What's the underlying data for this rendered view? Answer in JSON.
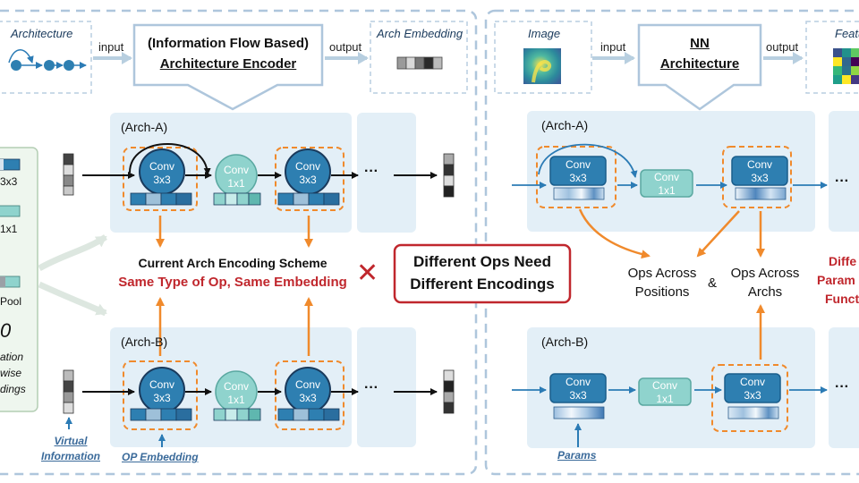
{
  "colors": {
    "frame": "#aec6dc",
    "panel": "#e3eff7",
    "conv": "#2e7fb1",
    "conv_light": "#8fd3cd",
    "highlight": "#f08a2c",
    "red": "#c0272d",
    "navy": "#1a3a5c",
    "link_text": "#3a6a9a"
  },
  "left": {
    "architecture_label": "Architecture",
    "input_label": "input",
    "encoder_line1": "(Information Flow Based)",
    "encoder_line2": "Architecture Encoder",
    "output_label": "output",
    "arch_embedding_label": "Arch Embedding",
    "side_labels": [
      "3x3",
      "1x1",
      "Pool",
      "0",
      "ation",
      "wise",
      "dings"
    ],
    "arch_a": {
      "title": "(Arch-A)",
      "ops": [
        {
          "name": "Conv",
          "kernel": "3x3"
        },
        {
          "name": "Conv",
          "kernel": "1x1"
        },
        {
          "name": "Conv",
          "kernel": "3x3"
        }
      ],
      "ellipsis": "···"
    },
    "arch_b": {
      "title": "(Arch-B)",
      "ops": [
        {
          "name": "Conv",
          "kernel": "3x3"
        },
        {
          "name": "Conv",
          "kernel": "1x1"
        },
        {
          "name": "Conv",
          "kernel": "3x3"
        }
      ],
      "ellipsis": "···"
    },
    "scheme_title": "Current Arch Encoding Scheme",
    "scheme_subtitle": "Same Type of Op, Same Embedding",
    "cross_mark": "✕",
    "virtual_line1": "Virtual",
    "virtual_line2": "Information",
    "op_embedding_label": "OP Embedding"
  },
  "middle": {
    "line1": "Different Ops Need",
    "line2": "Different Encodings"
  },
  "right": {
    "image_label": "Image",
    "input_label": "input",
    "nn_line1": "NN",
    "nn_line2": "Architecture",
    "output_label": "output",
    "feature_label": "Featu",
    "arch_a": {
      "title": "(Arch-A)",
      "ops": [
        {
          "name": "Conv",
          "kernel": "3x3"
        },
        {
          "name": "Conv",
          "kernel": "1x1"
        },
        {
          "name": "Conv",
          "kernel": "3x3"
        }
      ],
      "ellipsis": "···"
    },
    "arch_b": {
      "title": "(Arch-B)",
      "ops": [
        {
          "name": "Conv",
          "kernel": "3x3"
        },
        {
          "name": "Conv",
          "kernel": "1x1"
        },
        {
          "name": "Conv",
          "kernel": "3x3"
        }
      ],
      "ellipsis": "···"
    },
    "ops_positions_line1": "Ops Across",
    "ops_positions_line2": "Positions",
    "ampersand": "&",
    "ops_archs_line1": "Ops Across",
    "ops_archs_line2": "Archs",
    "diff_line1": "Diffe",
    "diff_line2": "Param",
    "diff_line3": "Funct",
    "params_label": "Params"
  }
}
